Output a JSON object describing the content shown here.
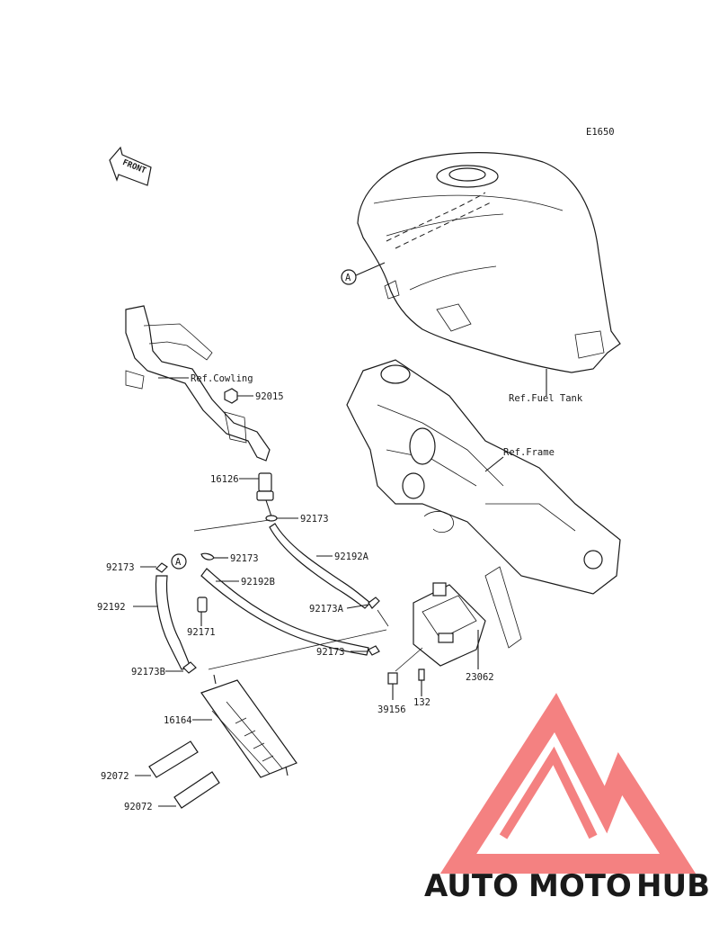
{
  "diagram": {
    "code": "E1650",
    "front_label": "FRONT",
    "ref_labels": {
      "cowling": "Ref.Cowling",
      "fuel_tank": "Ref.Fuel Tank",
      "frame": "Ref.Frame"
    },
    "callout_a": "A",
    "parts": {
      "p92015": "92015",
      "p16126": "16126",
      "p92173_top": "92173",
      "p92173_mid": "92173",
      "p92173_left": "92173",
      "p92173_low": "92173",
      "p92192A": "92192A",
      "p92192B": "92192B",
      "p92173A": "92173A",
      "p92192": "92192",
      "p92171": "92171",
      "p92173B": "92173B",
      "p16164": "16164",
      "p92072_a": "92072",
      "p92072_b": "92072",
      "p23062": "23062",
      "p39156": "39156",
      "p132": "132"
    }
  },
  "watermark": {
    "brand_part1": "AUTO",
    "brand_part2": "MOTO",
    "brand_part3": "HUB",
    "colors": {
      "triangle": "#f26b6b",
      "auto": "#f5b04a",
      "moto": "#f26b6b",
      "hub": "#8a8a8a"
    }
  }
}
